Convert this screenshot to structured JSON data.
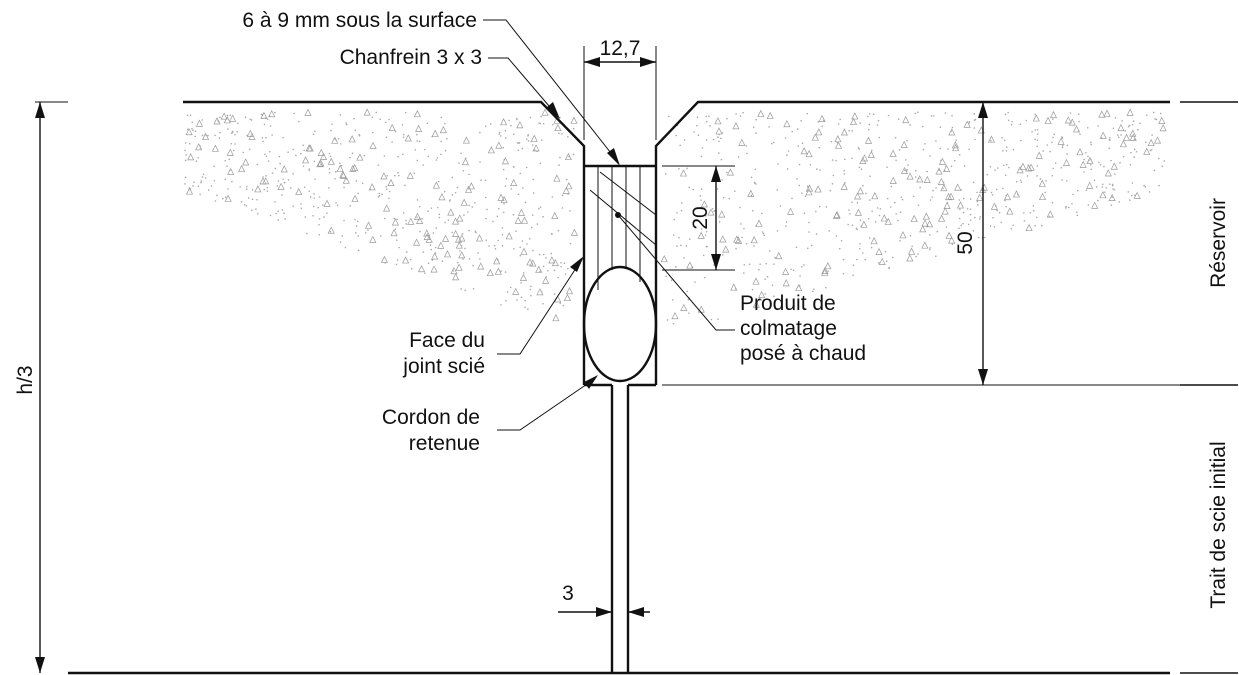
{
  "labels": {
    "below_surface": "6 à 9 mm sous la surface",
    "chamfer": "Chanfrein 3 x 3",
    "width_dim": "12,7",
    "depth_20": "20",
    "depth_50": "50",
    "height_h3": "h/3",
    "reservoir": "Réservoir",
    "initial_saw_cut": "Trait de scie initial",
    "saw_face_line1": "Face du",
    "saw_face_line2": "joint scié",
    "sealant_line1": "Produit de",
    "sealant_line2": "colmatage",
    "sealant_line3": "posé à chaud",
    "backer_line1": "Cordon de",
    "backer_line2": "retenue",
    "cut_width_dim": "3"
  }
}
